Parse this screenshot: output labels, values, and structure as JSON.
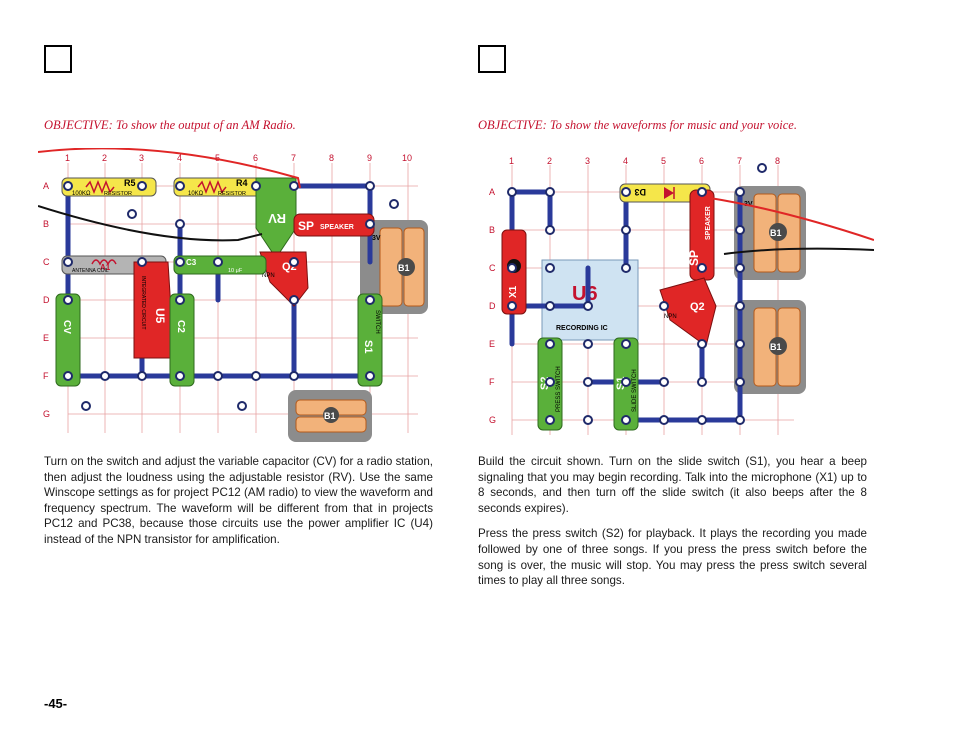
{
  "left": {
    "objective": "OBJECTIVE:  To show the output of an AM Radio.",
    "paragraphs": [
      "Turn on the switch and adjust the variable capacitor (CV) for a radio station, then adjust the loudness using the adjustable resistor (RV). Use the same Winscope settings as for project PC12 (AM radio) to view the waveform and frequency spectrum. The waveform will be different from that in projects PC12 and PC38, because those circuits use the power amplifier IC (U4) instead of the NPN transistor for amplification."
    ],
    "diagram": {
      "columns": [
        "1",
        "2",
        "3",
        "4",
        "5",
        "6",
        "7",
        "8",
        "9",
        "10"
      ],
      "rows": [
        "A",
        "B",
        "C",
        "D",
        "E",
        "F",
        "G"
      ],
      "parts": {
        "r5": "R5",
        "r5_value": "100KΩ",
        "r5_type": "RESISTOR",
        "r4": "R4",
        "r4_value": "10KΩ",
        "r4_type": "RESISTOR",
        "rv": "RV",
        "sp": "SP",
        "sp_type": "SPEAKER",
        "a1": "A1",
        "a1_type": "ANTENNA COIL",
        "c3": "C3",
        "c3_value": "10 μF",
        "q2": "Q2",
        "q2_type": "NPN",
        "u5": "U5",
        "u5_type": "INTEGRATED CIRCUIT",
        "c2": "C2",
        "cv": "CV",
        "s1": "S1",
        "s1_type": "SWITCH",
        "b1_top": "B1",
        "b1_bottom": "B1",
        "volt": "3V"
      }
    }
  },
  "right": {
    "objective": "OBJECTIVE:  To show the waveforms for music and your voice.",
    "paragraphs": [
      "Build the circuit shown.  Turn on the slide switch (S1), you hear a beep signaling that you may begin recording.  Talk into the microphone (X1) up to 8 seconds, and then turn off the slide switch (it also beeps after the 8 seconds expires).",
      "Press the press switch (S2) for playback.  It plays the recording you made followed by one of three songs.  If you press the press switch before the song is over, the music will stop.  You may press the press switch several times to play all three songs."
    ],
    "diagram": {
      "columns": [
        "1",
        "2",
        "3",
        "4",
        "5",
        "6",
        "7",
        "8"
      ],
      "rows": [
        "A",
        "B",
        "C",
        "D",
        "E",
        "F",
        "G"
      ],
      "parts": {
        "d3": "D3",
        "u6": "U6",
        "u6_type": "RECORDING IC",
        "sp": "SP",
        "sp_type": "SPEAKER",
        "q2": "Q2",
        "q2_type": "NPN",
        "x1": "X1",
        "s2": "S2",
        "s2_type": "PRESS SWITCH",
        "s1": "S1",
        "s1_type": "SLIDE SWITCH",
        "b1_top": "B1",
        "b1_bottom": "B1",
        "volt": "3V"
      }
    }
  },
  "page_number": "-45-"
}
